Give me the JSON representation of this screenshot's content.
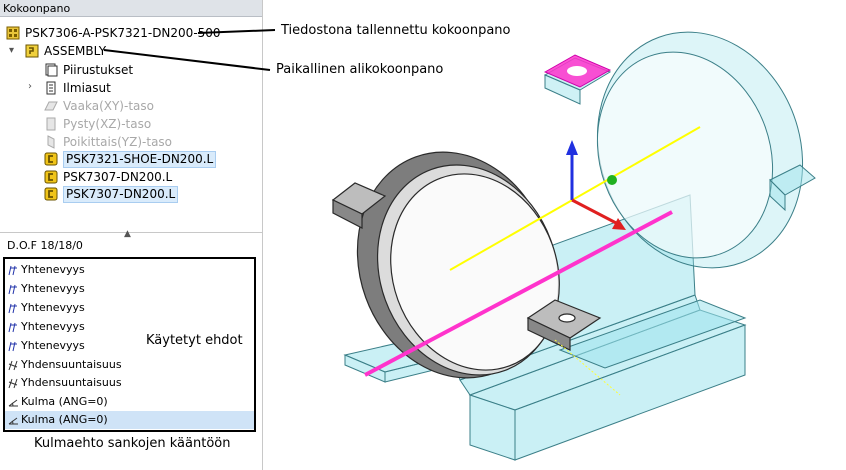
{
  "panel": {
    "title": "Kokoonpano",
    "tree": [
      {
        "label": "PSK7306-A-PSK7321-DN200-500",
        "icon": "assembly-root-icon"
      },
      {
        "label": "ASSEMBLY",
        "icon": "subassembly-icon"
      },
      {
        "label": "Piirustukset",
        "icon": "drawings-icon"
      },
      {
        "label": "Ilmiasut",
        "icon": "appearances-icon"
      },
      {
        "label": "Vaaka(XY)-taso",
        "icon": "plane-icon"
      },
      {
        "label": "Pysty(XZ)-taso",
        "icon": "plane-icon"
      },
      {
        "label": "Poikittais(YZ)-taso",
        "icon": "plane-icon"
      },
      {
        "label": "PSK7321-SHOE-DN200.L",
        "icon": "part-icon"
      },
      {
        "label": "PSK7307-DN200.L",
        "icon": "part-icon"
      },
      {
        "label": "PSK7307-DN200.L",
        "icon": "part-icon"
      }
    ],
    "dof": "D.O.F  18/18/0",
    "constraints": [
      "Yhtenevyys",
      "Yhtenevyys",
      "Yhtenevyys",
      "Yhtenevyys",
      "Yhtenevyys",
      "Yhdensuuntaisuus",
      "Yhdensuuntaisuus",
      "Kulma (ANG=0)",
      "Kulma (ANG=0)"
    ]
  },
  "annotations": {
    "saved_assembly": "Tiedostona tallennettu kokoonpano",
    "local_subassembly": "Paikallinen alikokoonpano",
    "used_constraints": "Käytetyt ehdot",
    "angle_constraint": "Kulmaehto sankojen kääntöön"
  },
  "colors": {
    "selection": "#d9ebfb",
    "highlight_face": "#ff33cc",
    "transparent_part": "#9fe3ec",
    "axis_line": "#ffff00",
    "axis_x": "#e02020",
    "axis_y": "#2030e0",
    "axis_z": "#20b020"
  }
}
